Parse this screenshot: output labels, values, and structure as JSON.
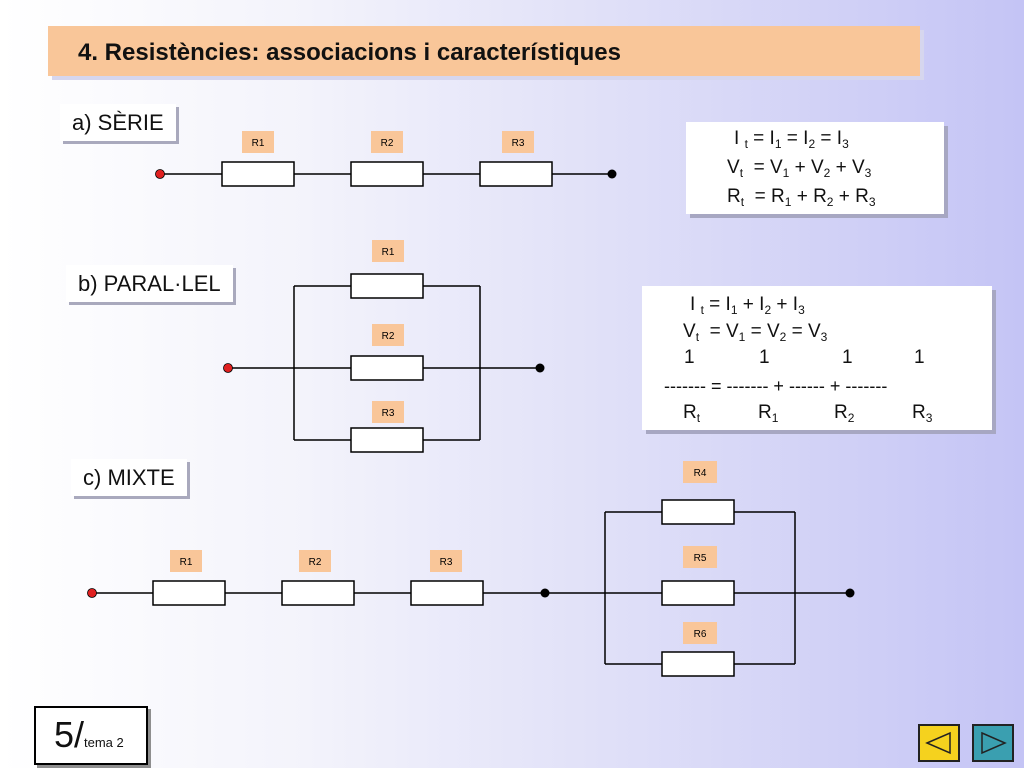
{
  "title": "4. Resistències: associacions i característiques",
  "sections": {
    "serie": "a) SÈRIE",
    "parallel": "b) PARAL·LEL",
    "mixte": "c) MIXTE"
  },
  "resistor_labels": {
    "serie": [
      "R1",
      "R2",
      "R3"
    ],
    "parallel": [
      "R1",
      "R2",
      "R3"
    ],
    "mixte": [
      "R1",
      "R2",
      "R3",
      "R4",
      "R5",
      "R6"
    ]
  },
  "formulas_serie": {
    "l1_a": "I",
    "l1_b": "t",
    "l1_c": " = I",
    "l1_d": "1",
    "l1_e": " = I",
    "l1_f": "2",
    "l1_g": " = I",
    "l1_h": "3",
    "l2_a": "V",
    "l2_b": "t",
    "l2_c": "  = V",
    "l2_d": "1",
    "l2_e": " + V",
    "l2_f": "2",
    "l2_g": " + V",
    "l2_h": "3",
    "l3_a": "R",
    "l3_b": "t",
    "l3_c": "  = R",
    "l3_d": "1",
    "l3_e": " + R",
    "l3_f": "2",
    "l3_g": " + R",
    "l3_h": "3"
  },
  "formulas_parallel": {
    "l1_a": "I",
    "l1_b": "t",
    "l1_c": " = I",
    "l1_d": "1",
    "l1_e": " + I",
    "l1_f": "2",
    "l1_g": " + I",
    "l1_h": "3",
    "l2_a": "V",
    "l2_b": "t",
    "l2_c": "  = V",
    "l2_d": "1",
    "l2_e": " = V",
    "l2_f": "2",
    "l2_g": " = V",
    "l2_h": "3",
    "numerators": [
      "1",
      "1",
      "1",
      "1"
    ],
    "fraction_line": "------- = ------- + ------ + -------",
    "denominators": [
      "R",
      "R",
      "R",
      "R"
    ],
    "denominator_subs": [
      "t",
      "1",
      "2",
      "3"
    ]
  },
  "page": {
    "number": "5/",
    "topic": "tema 2"
  },
  "colors": {
    "title_bg": "#f9c699",
    "resistor_label_bg": "#f9c699",
    "terminal_start": "#e02020",
    "wire": "#000000",
    "nav_button_bg": "#f5d21e",
    "nav_button_alt_bg": "#3a9fb0"
  },
  "nav": {
    "prev_icon": "triangle-left-icon",
    "next_icon": "triangle-right-icon"
  }
}
